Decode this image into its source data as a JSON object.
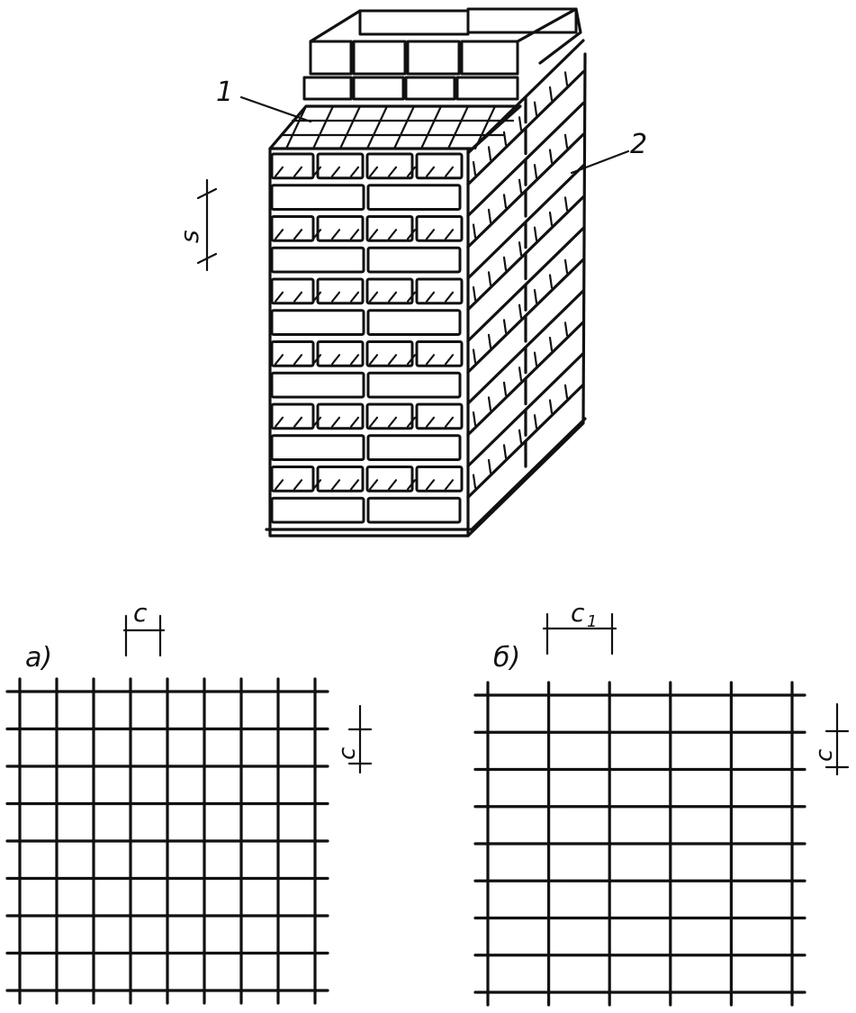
{
  "labels": {
    "callout_1": "1",
    "callout_2": "2",
    "spacing_s": "s",
    "panel_a": "а)",
    "panel_b": "б)",
    "pitch_c": "c",
    "pitch_c1": "c",
    "pitch_c1_sub": "1"
  },
  "mesh_a": {
    "columns": 9,
    "rows": 9
  },
  "mesh_b": {
    "columns": 6,
    "rows": 9
  },
  "column": {
    "courses": 12
  }
}
